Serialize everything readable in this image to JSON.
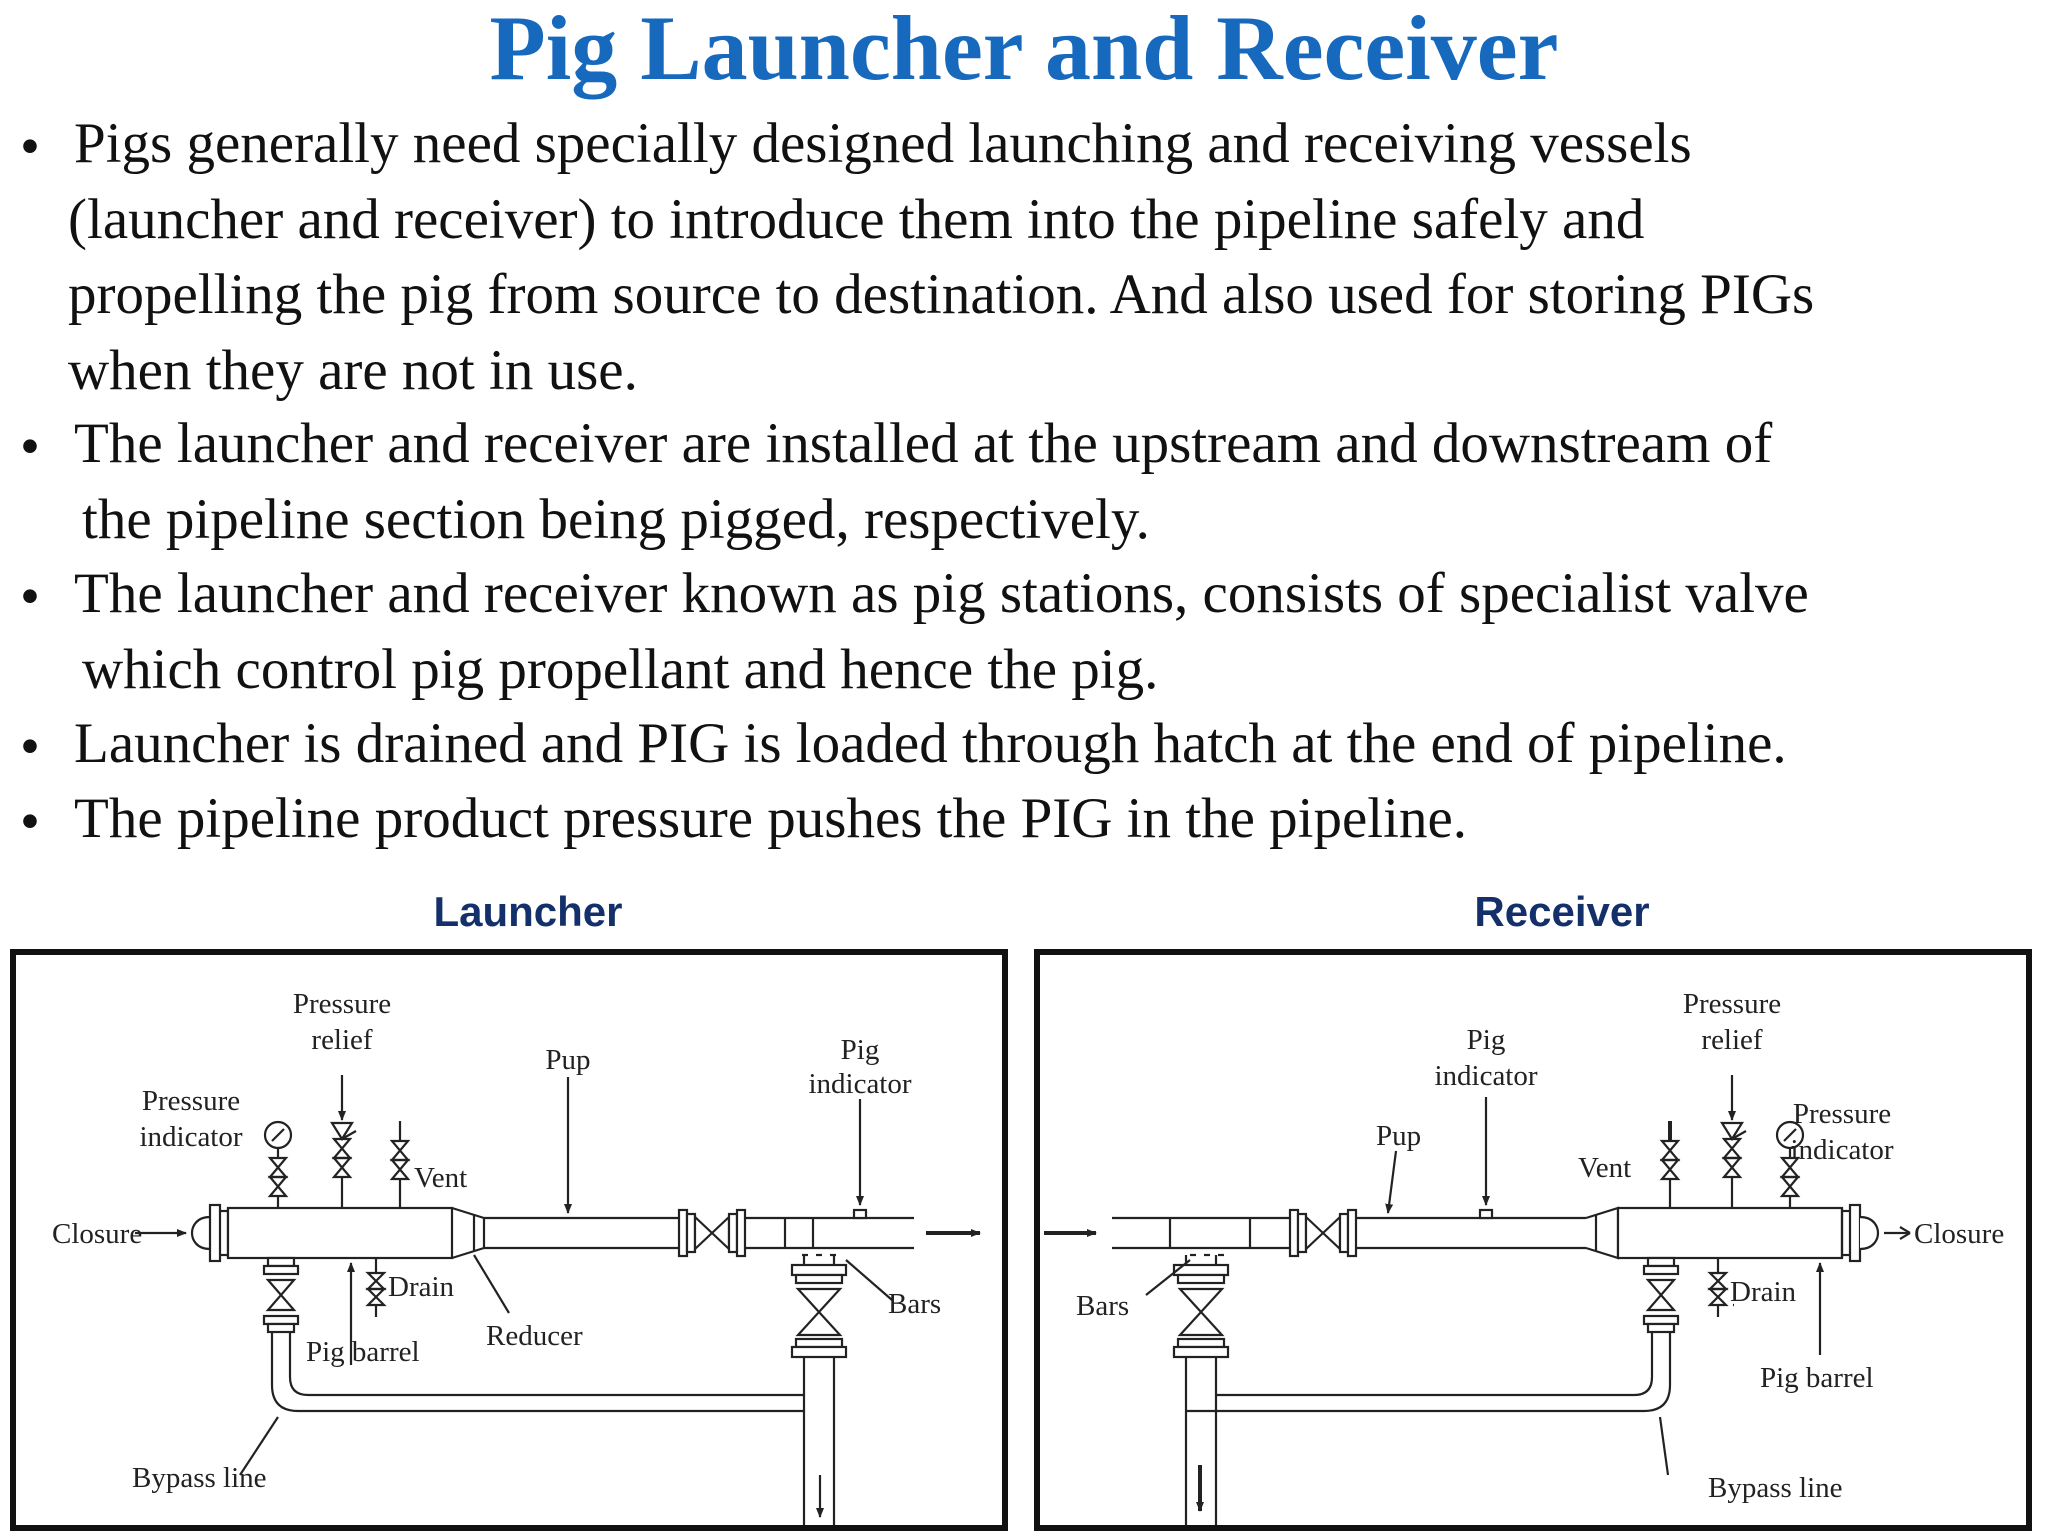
{
  "title": "Pig Launcher and Receiver",
  "bullets": [
    {
      "lines": [
        "Pigs generally need specially designed launching and receiving vessels",
        "(launcher and receiver) to introduce them into the pipeline safely and",
        "propelling the pig from source to destination. And also used for storing PIGs",
        "when they are not in use."
      ]
    },
    {
      "lines": [
        "The launcher and receiver are installed at the upstream and downstream of",
        "the pipeline  section being pigged, respectively."
      ]
    },
    {
      "lines": [
        "The launcher and receiver known as pig stations, consists of specialist valve",
        "which control pig propellant and hence the pig."
      ]
    },
    {
      "lines": [
        "Launcher is drained and PIG is loaded through hatch at the end  of pipeline."
      ]
    },
    {
      "lines": [
        "The pipeline product pressure pushes the PIG in the pipeline."
      ]
    }
  ],
  "launcher": {
    "title": "Launcher",
    "labels": {
      "pressure_relief_1": "Pressure",
      "pressure_relief_2": "relief",
      "pressure_indicator_1": "Pressure",
      "pressure_indicator_2": "indicator",
      "pup": "Pup",
      "pig_indicator_1": "Pig",
      "pig_indicator_2": "indicator",
      "vent": "Vent",
      "closure": "Closure",
      "drain": "Drain",
      "bars": "Bars",
      "reducer": "Reducer",
      "pig_barrel": "Pig barrel",
      "bypass_line": "Bypass line"
    }
  },
  "receiver": {
    "title": "Receiver",
    "labels": {
      "pressure_relief_1": "Pressure",
      "pressure_relief_2": "relief",
      "pig_indicator_1": "Pig",
      "pig_indicator_2": "indicator",
      "pressure_indicator_1": "Pressure",
      "pressure_indicator_2": "indicator",
      "pup": "Pup",
      "vent": "Vent",
      "closure": "Closure",
      "bars": "Bars",
      "drain": "Drain",
      "pig_barrel": "Pig barrel",
      "bypass_line": "Bypass line"
    }
  }
}
